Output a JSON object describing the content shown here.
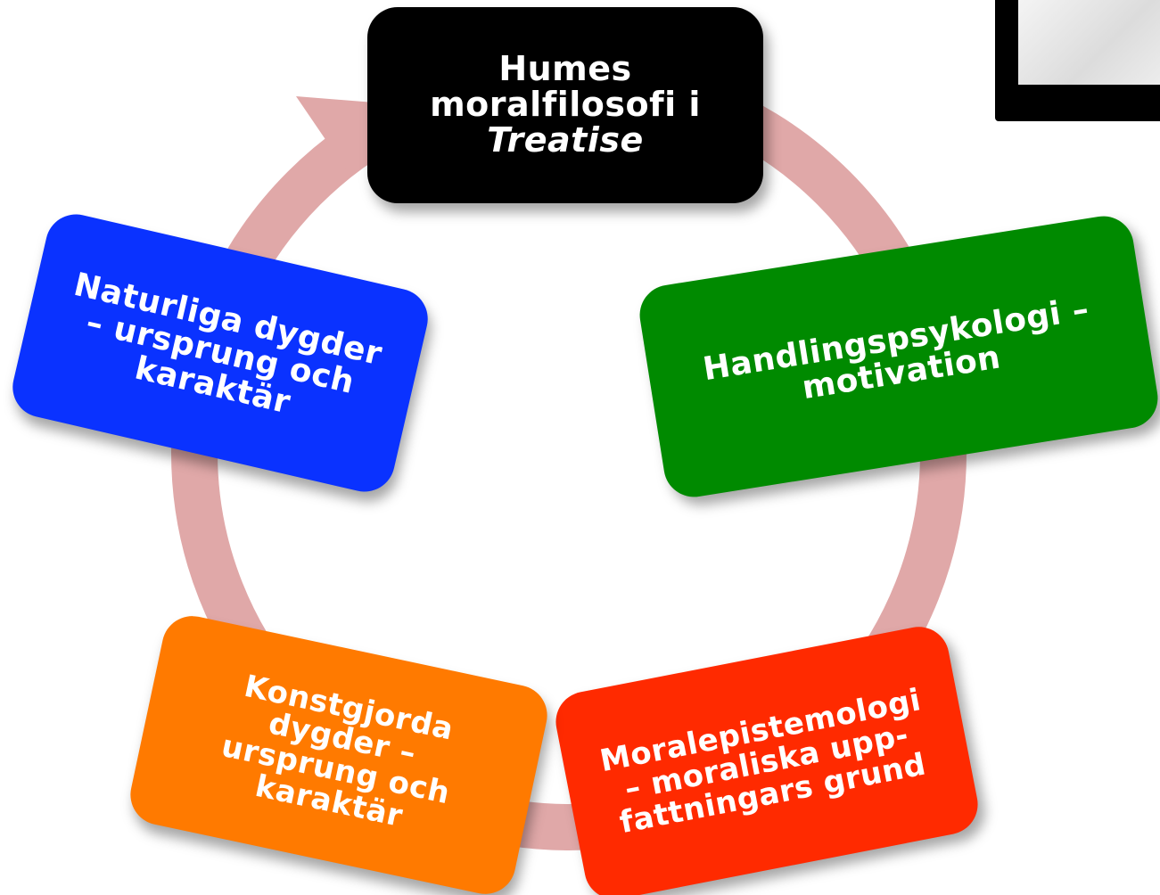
{
  "colors": {
    "title_box": "#000000",
    "handlingspsykologi_box": "#008a00",
    "moralepistemologi_box": "#ff2a00",
    "konstgjorda_box": "#ff7a00",
    "naturliga_box": "#0a32ff",
    "cycle_arrow": "#e0a8a8"
  },
  "nodes": {
    "title": {
      "line1": "Humes",
      "line2": "moralfilosofi i",
      "line3": "Treatise"
    },
    "handlingspsykologi": {
      "line1": "Handlingspsykologi –",
      "line2": "motivation"
    },
    "moralepistemologi": {
      "line1": "Moralepistemologi",
      "line2": "– moraliska upp-",
      "line3": "fattningars grund"
    },
    "konstgjorda": {
      "line1": "Konstgjorda",
      "line2": "dygder –",
      "line3": "ursprung och",
      "line4": "karaktär"
    },
    "naturliga": {
      "line1": "Naturliga dygder",
      "line2": "– ursprung och",
      "line3": "karaktär"
    }
  }
}
